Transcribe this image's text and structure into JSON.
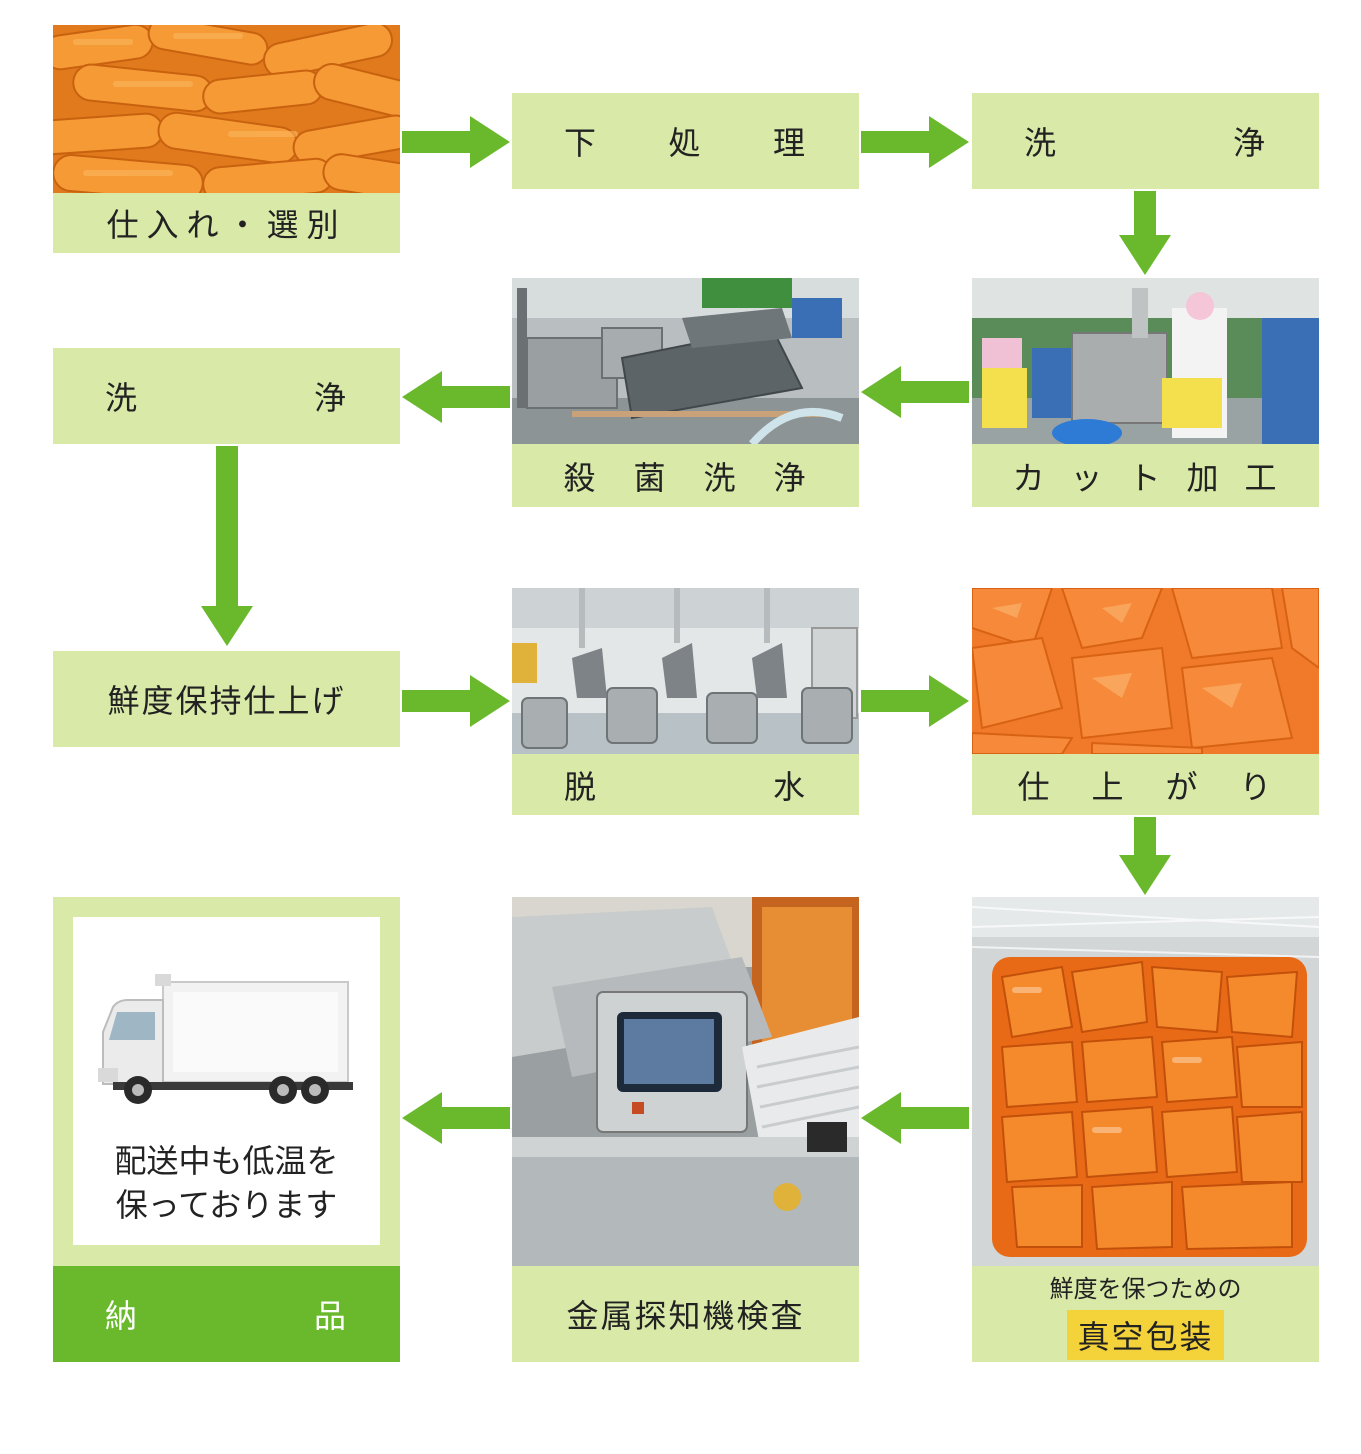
{
  "steps": {
    "s1": "仕入れ・選別",
    "s2": [
      "下",
      "処",
      "理"
    ],
    "s3": [
      "洗",
      "浄"
    ],
    "s4": [
      "カ",
      "ッ",
      "ト",
      "加",
      "工"
    ],
    "s5": [
      "殺",
      "菌",
      "洗",
      "浄"
    ],
    "s6": [
      "洗",
      "浄"
    ],
    "s7": "鮮度保持仕上げ",
    "s8": [
      "脱",
      "水"
    ],
    "s9": [
      "仕",
      "上",
      "が",
      "り"
    ],
    "s10_top": "鮮度を保つための",
    "s10_highlight": "真空包装",
    "s11": "金属探知機検査",
    "s12": [
      "納",
      "品"
    ]
  },
  "delivery_note": [
    "配送中も低温を",
    "保っております"
  ],
  "colors": {
    "label_bg": "#d8e9a8",
    "arrow": "#6ab92d",
    "dark_label": "#6ab92d",
    "highlight": "#f4d23a"
  },
  "icons": {
    "carrots_photo": "carrots-photo",
    "cutting_photo": "cutting-machine-photo",
    "sterilize_photo": "sterilization-wash-photo",
    "dehydrate_photo": "dehydrator-photo",
    "finished_photo": "cut-carrots-photo",
    "vacuum_photo": "vacuum-pack-photo",
    "metal_photo": "metal-detector-photo",
    "truck_photo": "refrigerated-truck-photo"
  }
}
